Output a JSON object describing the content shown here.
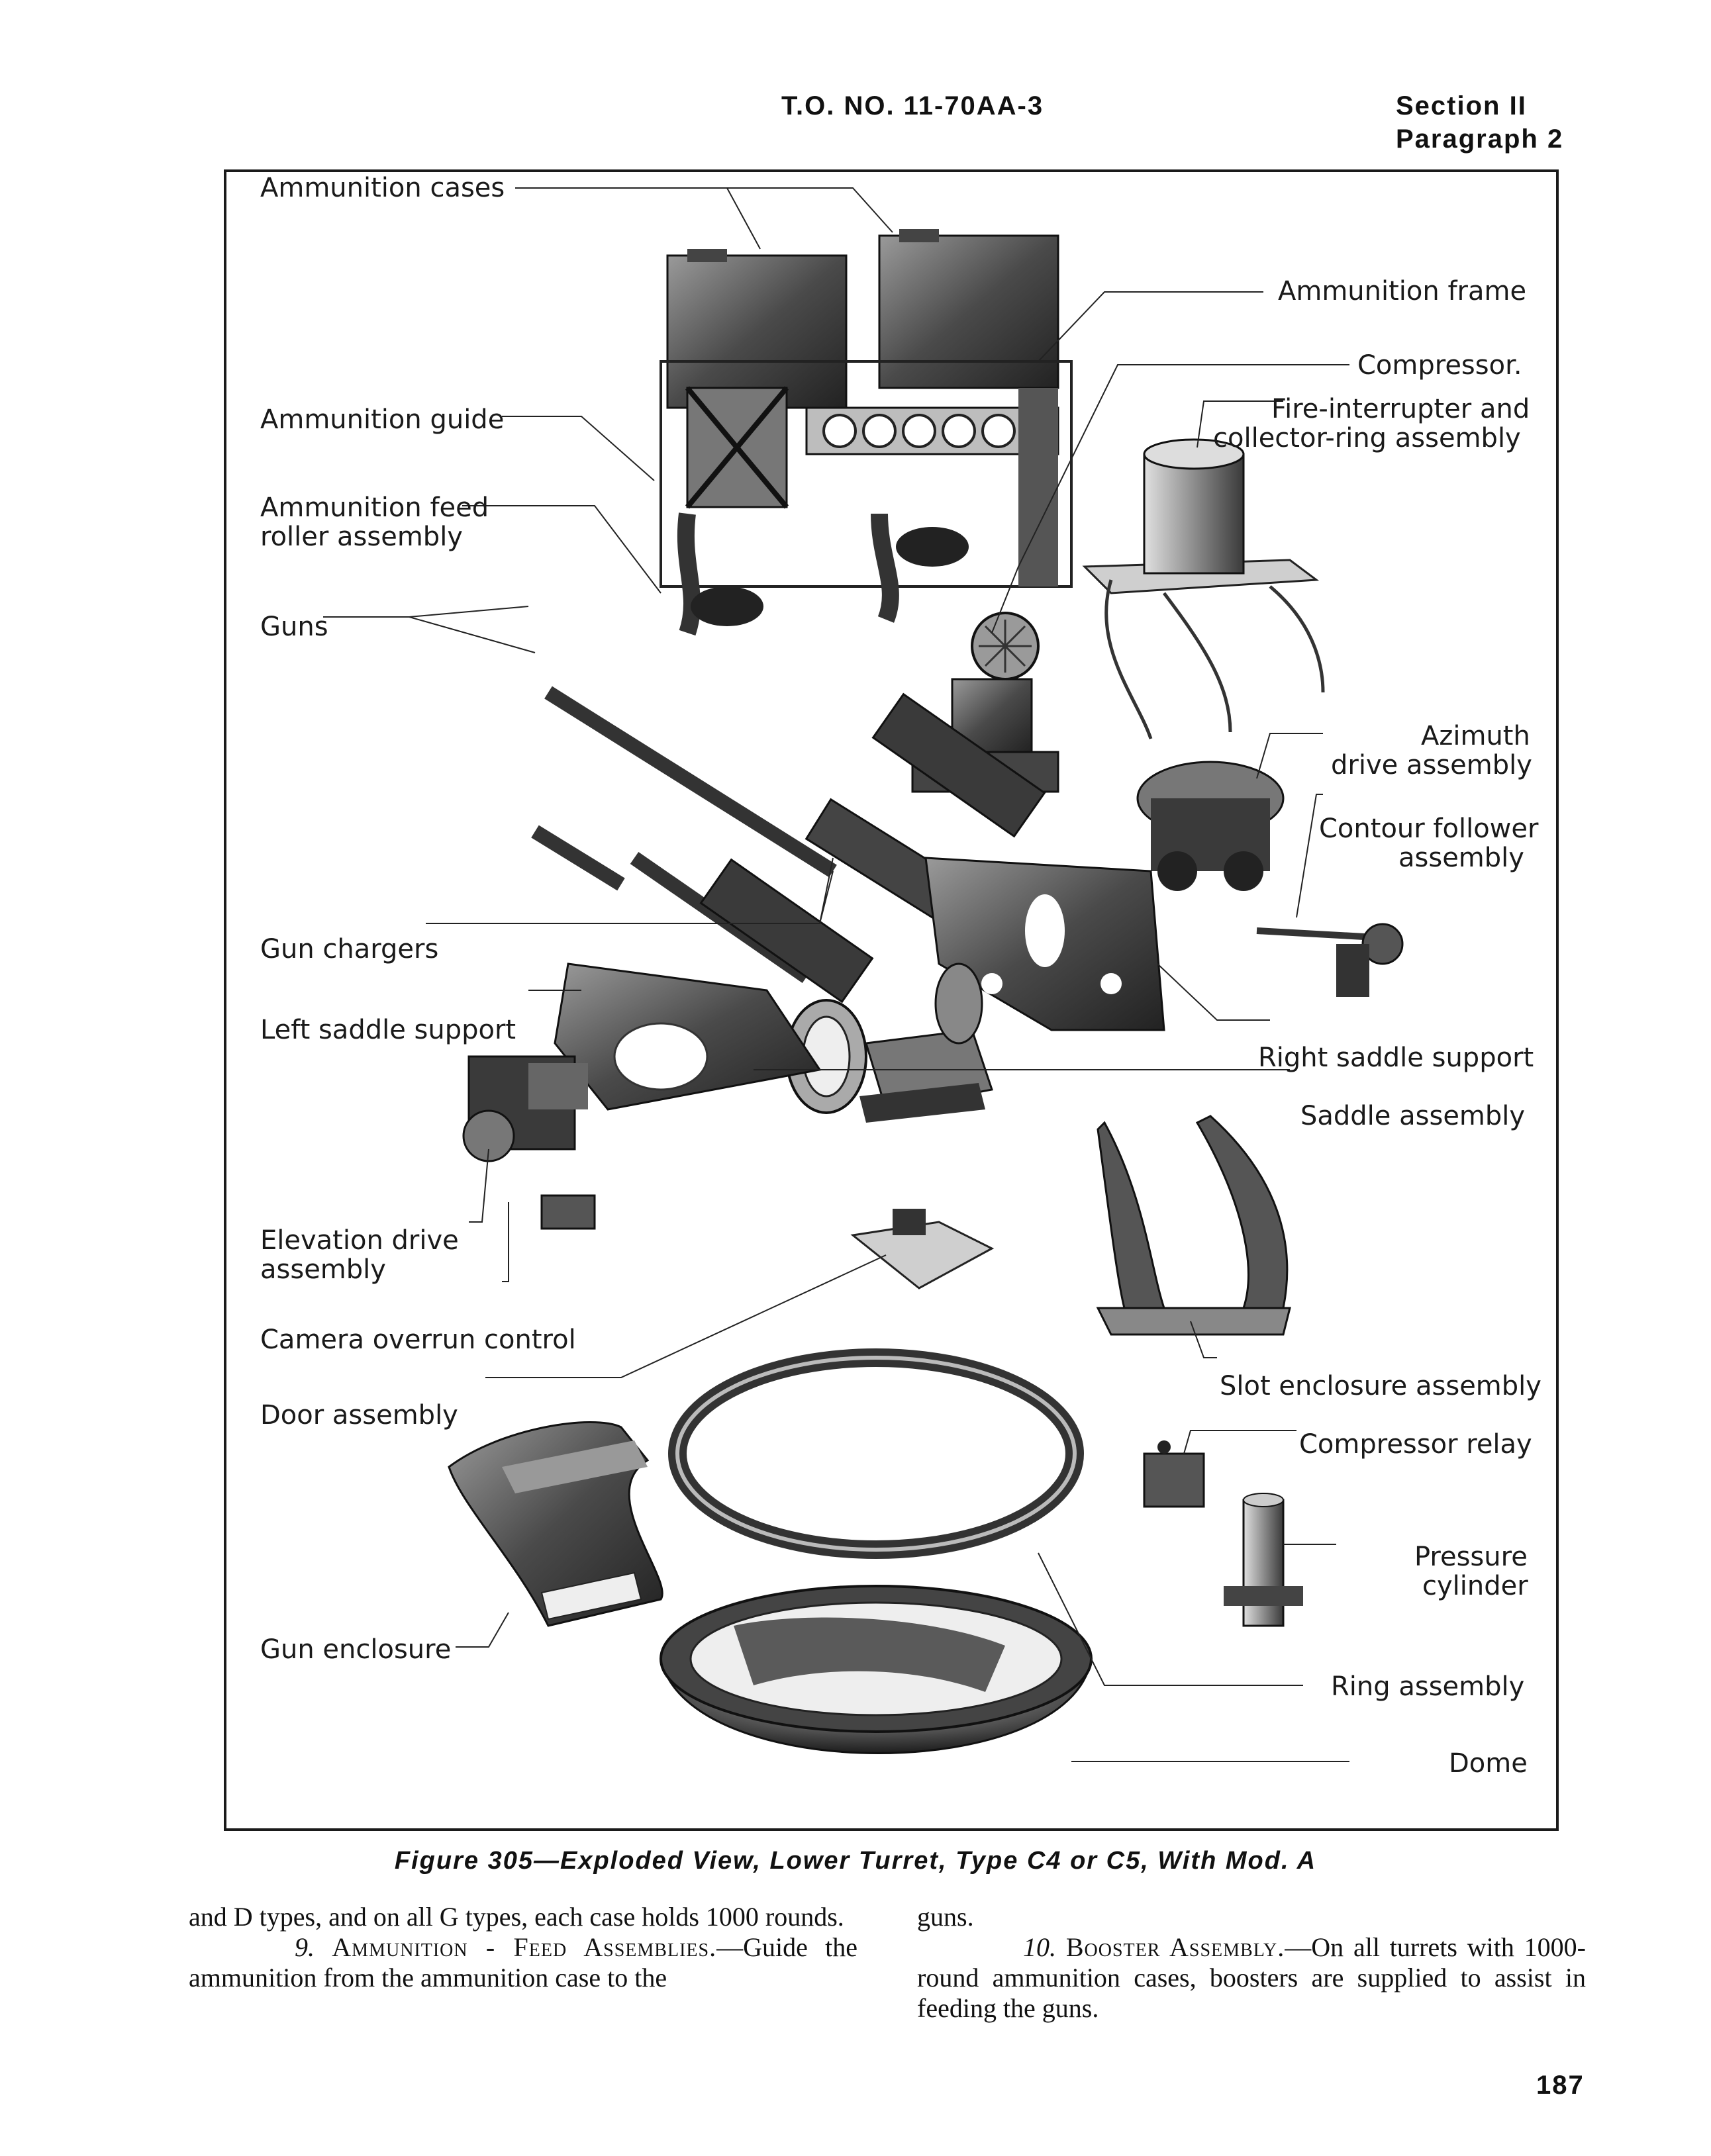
{
  "header": {
    "to_number": "T.O. NO. 11-70AA-3",
    "section": "Section II",
    "paragraph": "Paragraph 2"
  },
  "figure": {
    "labels": {
      "ammunition_cases": "Ammunition cases",
      "ammunition_frame": "Ammunition frame",
      "compressor": "Compressor.",
      "fire_interrupter_1": "Fire-interrupter and",
      "fire_interrupter_2": "collector-ring assembly",
      "ammunition_guide": "Ammunition guide",
      "feed_roller_1": "Ammunition feed",
      "feed_roller_2": "roller assembly",
      "guns": "Guns",
      "azimuth_1": "Azimuth",
      "azimuth_2": "drive assembly",
      "contour_1": "Contour follower",
      "contour_2": "assembly",
      "gun_chargers": "Gun chargers",
      "left_saddle": "Left saddle support",
      "right_saddle": "Right saddle support",
      "saddle_assembly": "Saddle assembly",
      "elevation_1": "Elevation drive",
      "elevation_2": "assembly",
      "camera_overrun": "Camera overrun control",
      "slot_enclosure": "Slot enclosure assembly",
      "door_assembly": "Door assembly",
      "compressor_relay": "Compressor relay",
      "pressure_1": "Pressure",
      "pressure_2": "cylinder",
      "gun_enclosure": "Gun enclosure",
      "ring_assembly": "Ring assembly",
      "dome": "Dome"
    },
    "caption": "Figure 305—Exploded View, Lower Turret, Type C4 or C5, With Mod. A"
  },
  "body": {
    "left_p1": "and D types, and on all G types, each case holds 1000 rounds.",
    "left_p2_num": "9.",
    "left_p2_head": "Ammunition - Feed Assemblies.",
    "left_p2_text": "—Guide the ammunition from the ammunition case to the",
    "right_p1": "guns.",
    "right_p2_num": "10.",
    "right_p2_head": "Booster Assembly.",
    "right_p2_text": "—On all turrets with 1000-round ammunition cases, boosters are supplied to assist in feeding the guns."
  },
  "page_number": "187",
  "colors": {
    "ink": "#1a1a1a",
    "part_dark": "#3a3a3a",
    "part_mid": "#777777",
    "part_light": "#bdbdbd"
  }
}
